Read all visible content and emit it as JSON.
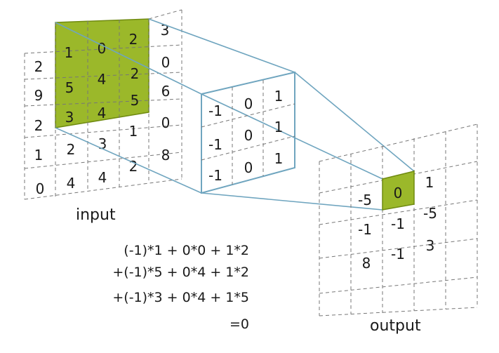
{
  "input": {
    "label": "input",
    "cells": [
      [
        "",
        "1",
        "0",
        "2",
        "3"
      ],
      [
        "2",
        "1",
        "0",
        "2",
        "0"
      ],
      [
        "9",
        "5",
        "4",
        "2",
        "6"
      ],
      [
        "2",
        "3",
        "4",
        "5",
        "0"
      ],
      [
        "1",
        "2",
        "3",
        "1",
        "8"
      ],
      [
        "0",
        "4",
        "4",
        "2",
        ""
      ]
    ]
  },
  "kernel": {
    "cells": [
      [
        "-1",
        "0",
        "1"
      ],
      [
        "-1",
        "0",
        "1"
      ],
      [
        "-1",
        "0",
        "1"
      ]
    ]
  },
  "output": {
    "label": "output",
    "cells": [
      [
        "-5",
        "0",
        "1"
      ],
      [
        "-1",
        "-1",
        "-5"
      ],
      [
        "8",
        "-1",
        "3"
      ]
    ]
  },
  "formula": {
    "lines": [
      "(-1)*1 +  0*0 + 1*2",
      "+(-1)*5 +  0*4 + 1*2",
      "+(-1)*3 +  0*4 + 1*5",
      "=0"
    ]
  },
  "colors": {
    "highlight": "#9bb82a",
    "kernel_border": "#6fa5bf",
    "grid": "#777777"
  }
}
